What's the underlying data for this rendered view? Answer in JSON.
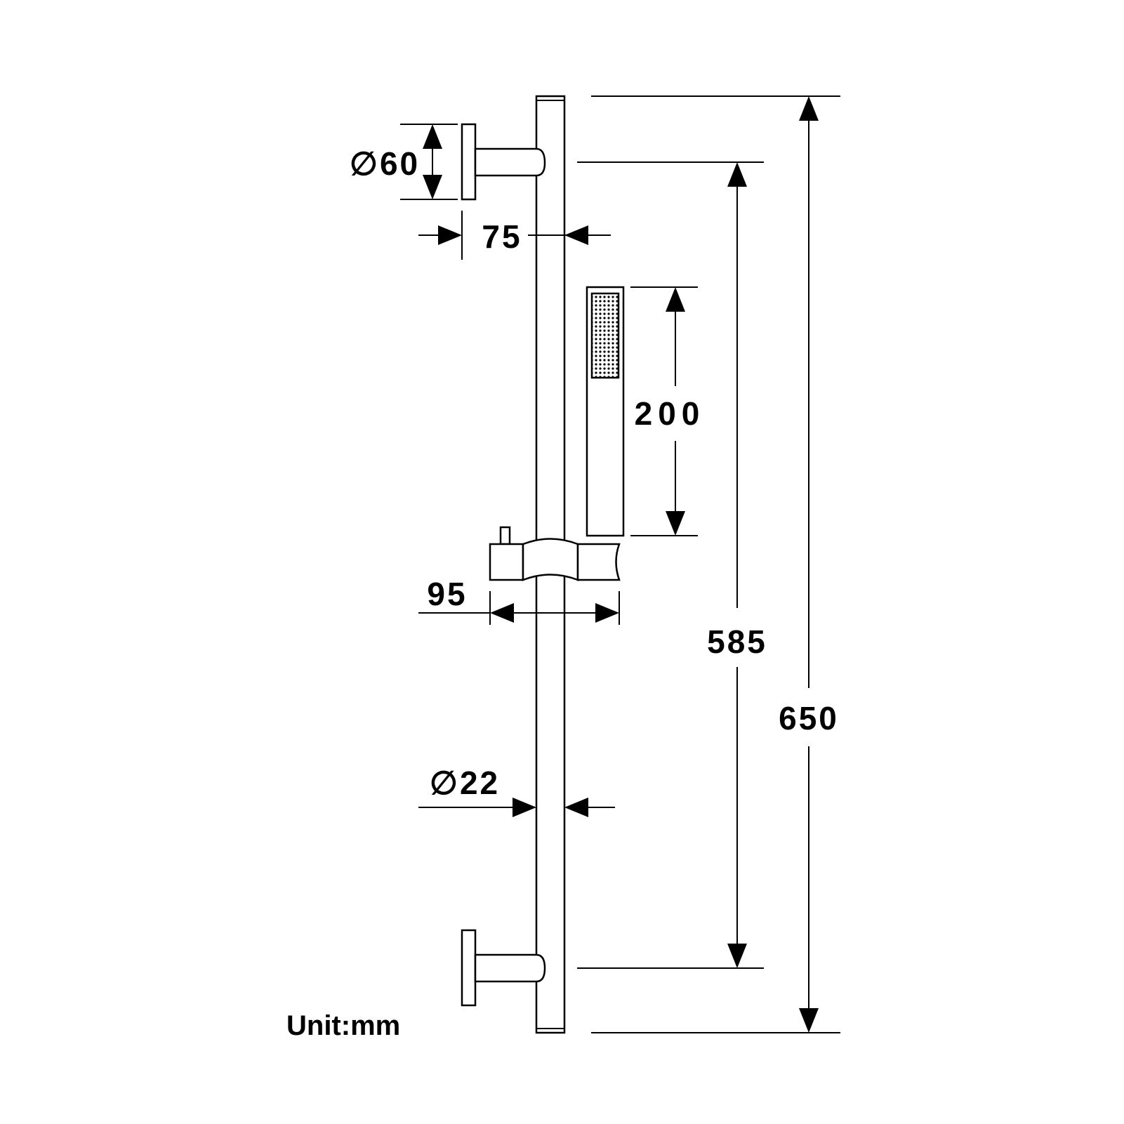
{
  "labels": {
    "mount_diameter": "∅60",
    "projection": "75",
    "handset_length": "200",
    "slider_width": "95",
    "mount_spacing": "585",
    "rail_length": "650",
    "rail_diameter": "∅22",
    "unit": "Unit:mm"
  },
  "colors": {
    "line": "#000000",
    "background": "#ffffff"
  }
}
